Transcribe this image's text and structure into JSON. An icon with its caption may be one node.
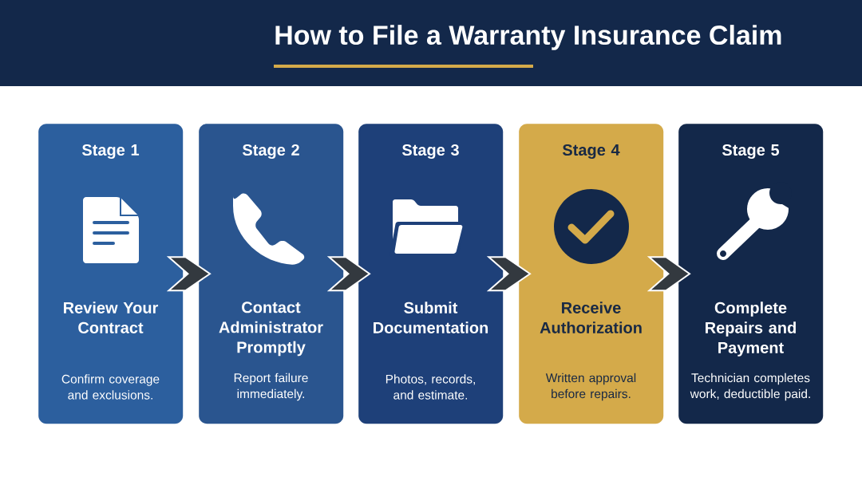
{
  "diagram": {
    "title": "How to File a Warranty Insurance Claim",
    "nodes": [
      {
        "text": [
          "Stage 1",
          "Review Your Contract",
          "Confirm coverage and exclusions."
        ]
      },
      {
        "text": [
          "Stage 2",
          "Contact Administrator Promptly",
          "Report failure immediately."
        ]
      },
      {
        "text": [
          "Stage 3",
          "Submit Documentation",
          "Photos, records, and estimate."
        ]
      },
      {
        "text": [
          "Stage 4",
          "Receive Authorization",
          "Written approval before repairs."
        ]
      },
      {
        "text": [
          "Stage 5",
          "Complete Repairs and Payment",
          "Technician completes work, deductible paid."
        ]
      }
    ],
    "edges": [
      {
        "from": 0,
        "to": 1,
        "arrow": "to"
      },
      {
        "from": 1,
        "to": 2,
        "arrow": "to"
      },
      {
        "from": 2,
        "to": 3,
        "arrow": "to"
      },
      {
        "from": 3,
        "to": 4,
        "arrow": "to"
      }
    ]
  }
}
